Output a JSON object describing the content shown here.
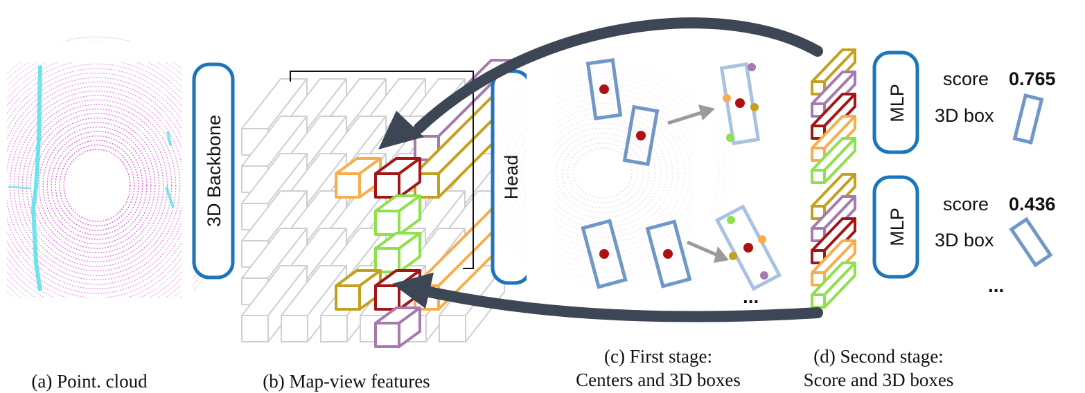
{
  "blocks": {
    "backbone": "3D Backbone",
    "head": "Head",
    "mlp_1": "MLP",
    "mlp_2": "MLP"
  },
  "outputs": [
    {
      "score_label": "score",
      "score_value": "0.765",
      "box_label": "3D box"
    },
    {
      "score_label": "score",
      "score_value": "0.436",
      "box_label": "3D box"
    }
  ],
  "ellipsis": "...",
  "captions": {
    "a": {
      "line1": "(a) Point. cloud"
    },
    "b": {
      "line1": "(b) Map-view features"
    },
    "c": {
      "line1": "(c) First stage:",
      "line2": "Centers and 3D boxes"
    },
    "d": {
      "line1": "(d) Second stage:",
      "line2": "Score and 3D boxes"
    }
  },
  "colors": {
    "block_border": "#1b75bb",
    "arrow": "#3d4654",
    "box_blue": "#6f97c8",
    "box_light_blue": "#a9c2e2",
    "center_dot": "#b01010",
    "gray_arrow": "#9a9a9a",
    "grid_gray": "#cfcfcf",
    "feat_purple": "#a67aaf",
    "feat_olive": "#c4a01f",
    "feat_dark_red": "#a31616",
    "feat_orange": "#f6ae4c",
    "feat_green": "#8ee04c",
    "cloud_magenta": "#cc44cc",
    "cloud_cyan": "#55e0e8"
  }
}
